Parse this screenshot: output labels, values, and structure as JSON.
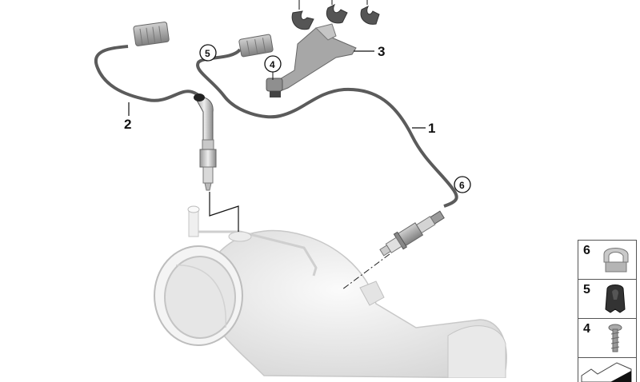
{
  "diagram": {
    "type": "exploded parts diagram",
    "subject": "Oxygen (lambda) sensors with wiring and mounting bracket on exhaust catalytic converter / particulate filter",
    "callouts": [
      {
        "id": "1",
        "label": "1",
        "part": "lambda sensor (downstream, long cable)"
      },
      {
        "id": "2",
        "label": "2",
        "part": "lambda sensor (upstream)"
      },
      {
        "id": "3",
        "label": "3",
        "part": "bracket"
      },
      {
        "id": "4",
        "label": "4",
        "part": "screw",
        "circled": true
      },
      {
        "id": "5",
        "label": "5",
        "part": "cable clip",
        "circled": true
      },
      {
        "id": "6",
        "label": "6",
        "part": "cable clamp",
        "circled": true
      }
    ],
    "legend": [
      {
        "label": "6",
        "part": "cable clamp"
      },
      {
        "label": "5",
        "part": "cable clip"
      },
      {
        "label": "4",
        "part": "self-tapping screw"
      },
      {
        "label": "",
        "part": "partial (cut off)"
      }
    ]
  }
}
